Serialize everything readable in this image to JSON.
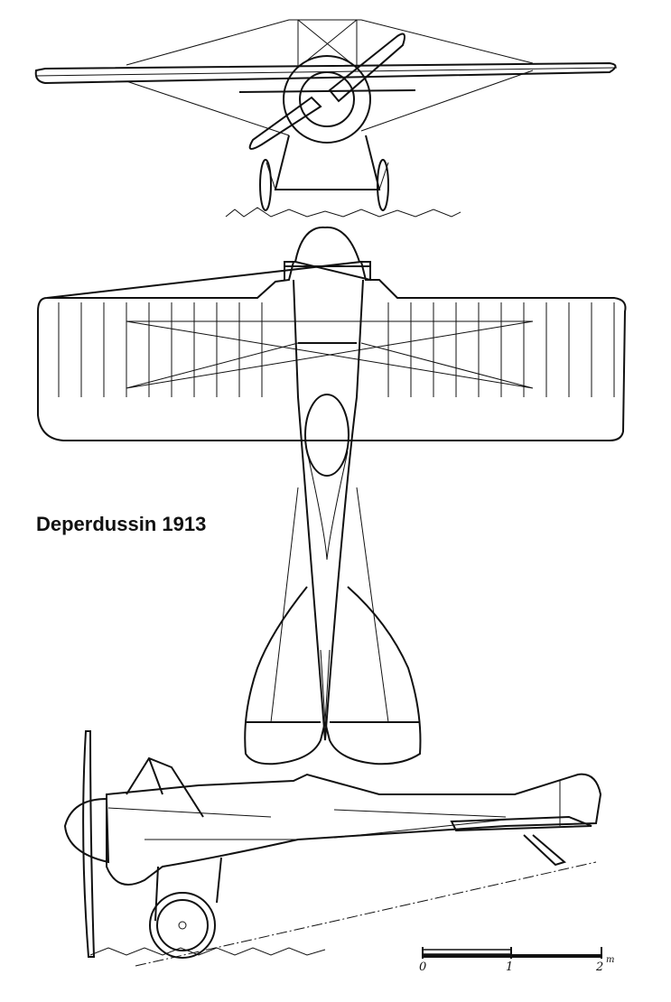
{
  "title": "Deperdussin 1913",
  "scale_bar": {
    "labels": [
      "0",
      "1",
      "2"
    ],
    "unit": "m"
  }
}
